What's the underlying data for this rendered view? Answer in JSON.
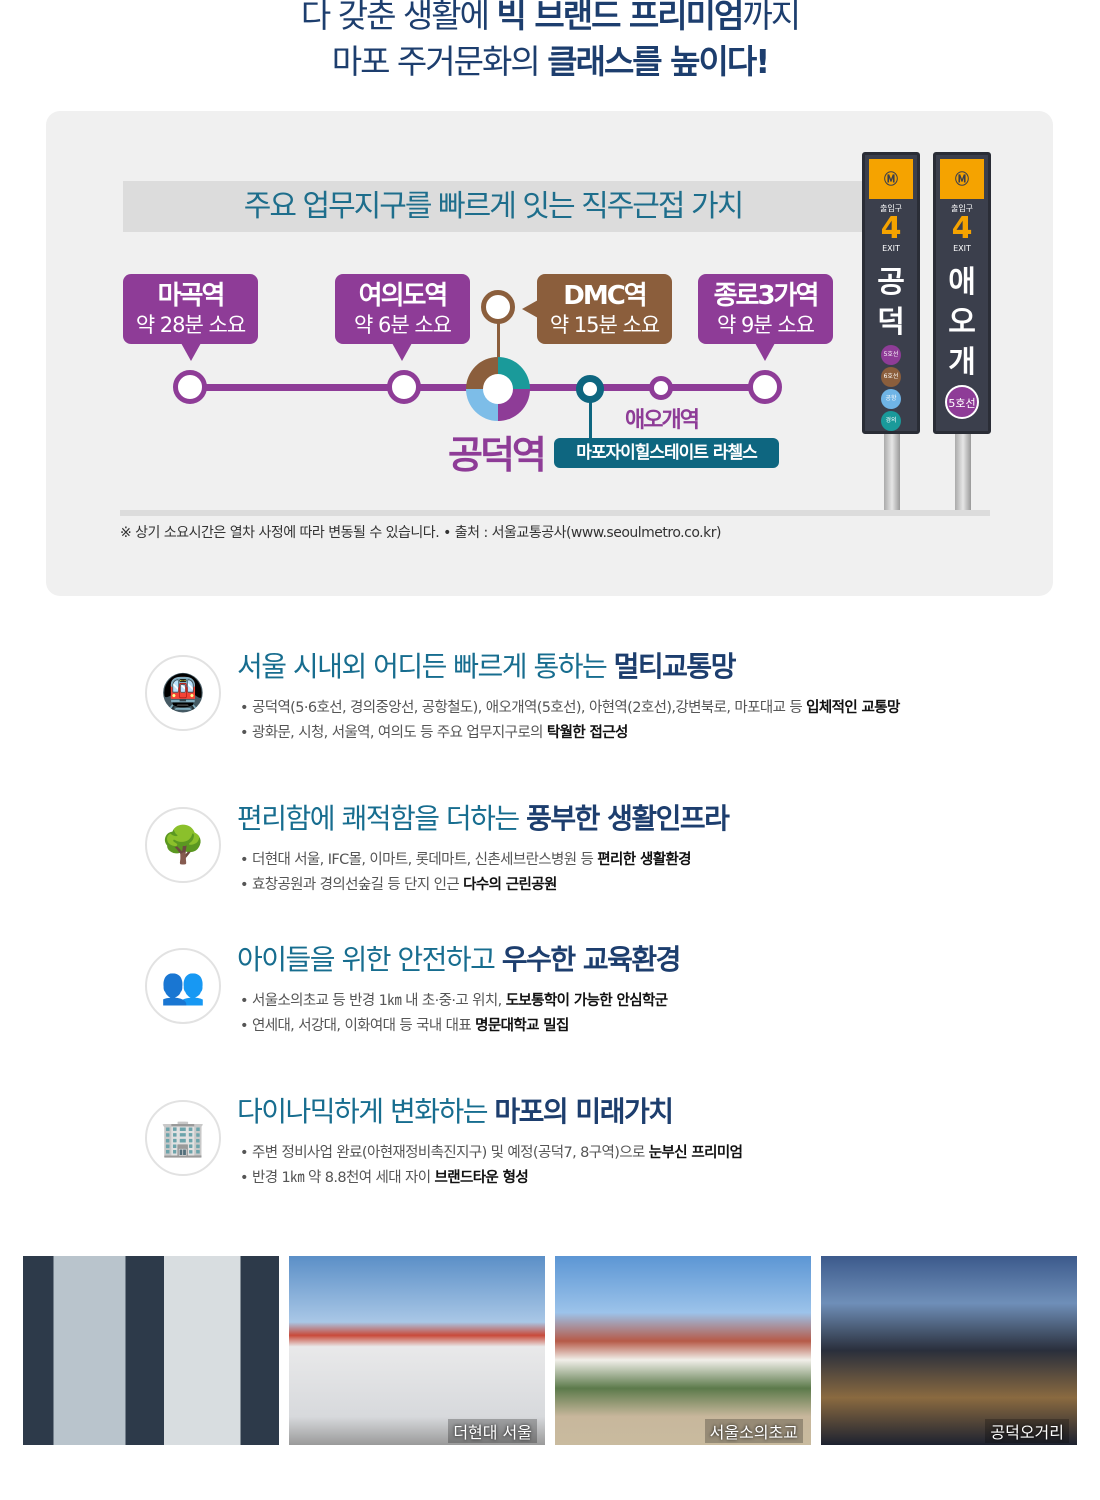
{
  "header": {
    "line1_normal": "다 갖춘 생활에 ",
    "line1_bold": "빅 브랜드 프리미엄",
    "line1_end": "까지",
    "line2_normal": "마포 주거문화의 ",
    "line2_bold": "클래스를 높이다!"
  },
  "map": {
    "heading": "주요 업무지구를 빠르게 잇는 직주근접 가치",
    "stations": [
      {
        "name": "마곡역",
        "time": "약 28분 소요",
        "color": "#8e3c97"
      },
      {
        "name": "여의도역",
        "time": "약 6분 소요",
        "color": "#8e3c97"
      },
      {
        "name": "DMC역",
        "time": "약 15분 소요",
        "color": "#8b5e3c"
      },
      {
        "name": "종로3가역",
        "time": "약 9분 소요",
        "color": "#8e3c97"
      }
    ],
    "main_station": "공덕역",
    "aeogae": "애오개역",
    "site": "마포자이힐스테이트 라첼스",
    "note": "※ 상기 소요시간은 열차 사정에 따라 변동될 수 있습니다.  • 출처 : 서울교통공사(www.seoulmetro.co.kr)",
    "signs": [
      {
        "exit_label": "출입구",
        "exit": "4",
        "exit_en": "EXIT",
        "name": [
          "공",
          "덕"
        ],
        "lines": [
          {
            "label": "5호선",
            "color": "#8e3c97"
          },
          {
            "label": "6호선",
            "color": "#8b5e3c"
          },
          {
            "label": "공항",
            "color": "#6fb4e6"
          },
          {
            "label": "경의",
            "color": "#1a9a9a"
          }
        ]
      },
      {
        "exit_label": "출입구",
        "exit": "4",
        "exit_en": "EXIT",
        "name": [
          "애",
          "오",
          "개"
        ],
        "lines": [
          {
            "label": "5호선",
            "color": "#8e3c97"
          }
        ]
      }
    ]
  },
  "features": [
    {
      "icon": "subway-icon",
      "head": "서울 시내외 어디든 빠르게 통하는 ",
      "head_bold": "멀티교통망",
      "bullets": [
        [
          "•  공덕역(5·6호선, 경의중앙선, 공항철도), 애오개역(5호선), 아현역(2호선),강변북로, 마포대교 등 ",
          "입체적인 교통망"
        ],
        [
          "• 광화문, 시청, 서울역, 여의도 등 주요 업무지구로의 ",
          "탁월한 접근성"
        ]
      ]
    },
    {
      "icon": "park-icon",
      "head": "편리함에 쾌적함을 더하는 ",
      "head_bold": "풍부한 생활인프라",
      "bullets": [
        [
          "• 더현대 서울, IFC몰, 이마트, 롯데마트, 신촌세브란스병원 등 ",
          "편리한 생활환경"
        ],
        [
          "• 효창공원과 경의선숲길 등 단지 인근 ",
          "다수의 근린공원"
        ]
      ]
    },
    {
      "icon": "students-icon",
      "head": "아이들을 위한 안전하고 ",
      "head_bold": "우수한 교육환경",
      "bullets": [
        [
          "• 서울소의초교 등 반경 1㎞ 내 초·중·고 위치, ",
          "도보통학이 가능한 안심학군"
        ],
        [
          "• 연세대, 서강대, 이화여대 등 국내 대표 ",
          "명문대학교 밀집"
        ]
      ]
    },
    {
      "icon": "building-icon",
      "head": "다이나믹하게 변화하는 ",
      "head_bold": "마포의 미래가치",
      "bullets": [
        [
          "• 주변 정비사업 완료(아현재정비촉진지구) 및 예정(공덕7, 8구역)으로 ",
          "눈부신 프리미엄"
        ],
        [
          "• 반경 1㎞ 약 8.8천여 세대 자이 ",
          "브랜드타운 형성"
        ]
      ]
    }
  ],
  "photos": [
    {
      "caption": ""
    },
    {
      "caption": "더현대 서울"
    },
    {
      "caption": "서울소의초교"
    },
    {
      "caption": "공덕오거리"
    }
  ]
}
